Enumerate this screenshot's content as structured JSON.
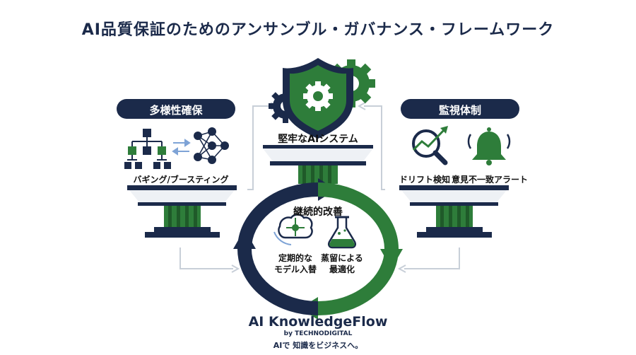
{
  "title": "AI品質保証のためのアンサンブル・ガバナンス・フレームワーク",
  "left_panel": {
    "banner": "多様性確保",
    "caption": "バギング/ブースティング",
    "icon": "hierarchy-network-icon"
  },
  "center_panel": {
    "label": "堅牢なAIシステム",
    "icon": "shield-gears-icon"
  },
  "right_panel": {
    "banner": "監視体制",
    "caption_1": "ドリフト検知",
    "caption_2": "意見不一致アラート",
    "icons": [
      "magnifier-chart-icon",
      "bell-alert-icon"
    ]
  },
  "cycle": {
    "label": "継続的改善",
    "item_1_line_1": "定期的な",
    "item_1_line_2": "モデル入替",
    "item_2_line_1": "蒸留による",
    "item_2_line_2": "最適化",
    "icons": [
      "brain-gear-icon",
      "flask-icon"
    ]
  },
  "brand": {
    "name": "AI KnowledgeFlow",
    "by": "by TECHNODIGITAL",
    "tagline": "AIで 知識をビジネスへ。"
  },
  "colors": {
    "navy": "#1b2a4a",
    "green": "#2e7d3a",
    "light_gray": "#c8cfd8"
  }
}
